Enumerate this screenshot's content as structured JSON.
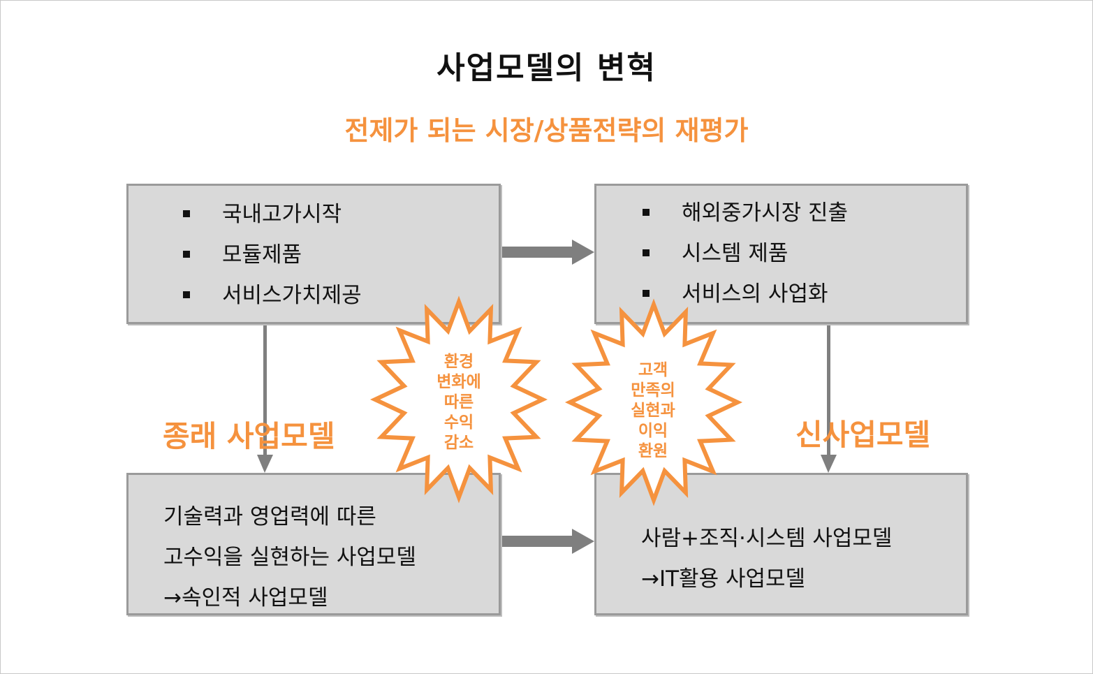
{
  "title": "사업모델의 변혁",
  "subtitle": "전제가 되는 시장/상품전략의 재평가",
  "top_left": {
    "items": [
      "국내고가시작",
      "모듈제품",
      "서비스가치제공"
    ]
  },
  "top_right": {
    "items": [
      "해외중가시장 진출",
      "시스템 제품",
      "서비스의 사업화"
    ]
  },
  "bottom_left": {
    "lines": [
      "기술력과 영업력에 따른",
      "고수익을 실현하는 사업모델",
      "→속인적 사업모델"
    ]
  },
  "bottom_right": {
    "lines": [
      "사람+조직·시스템 사업모델",
      "→IT활용 사업모델"
    ]
  },
  "label_left": "종래 사업모델",
  "label_right": "신사업모델",
  "burst_left": {
    "lines": [
      "환경",
      "변화에",
      "따른",
      "수익",
      "감소"
    ]
  },
  "burst_right": {
    "lines": [
      "고객",
      "만족의",
      "실현과",
      "이익",
      "환원"
    ]
  },
  "colors": {
    "accent": "#f5923e",
    "box_fill": "#d9d9d9",
    "box_border": "#9a9a9a",
    "arrow": "#7f7f7f"
  }
}
